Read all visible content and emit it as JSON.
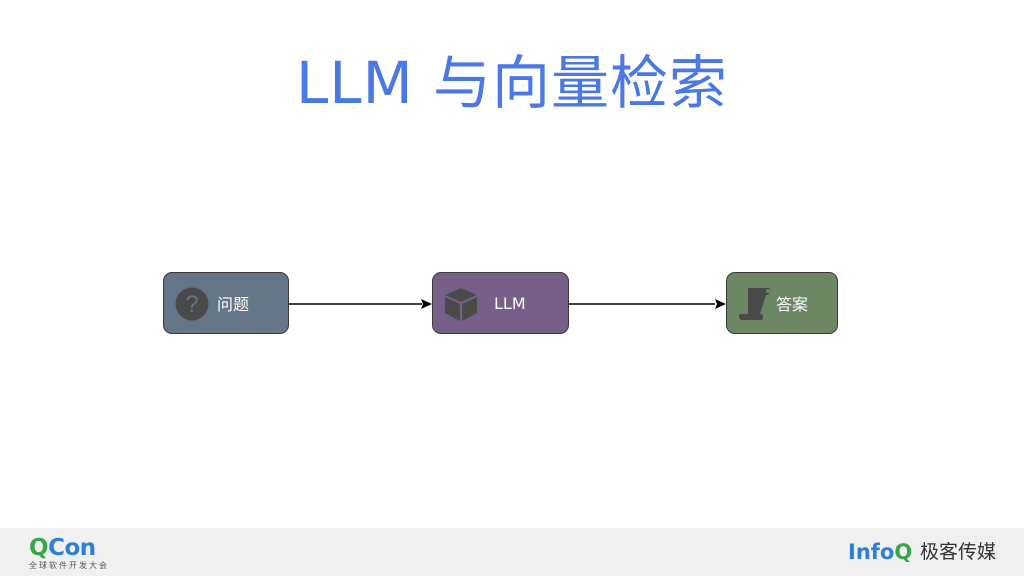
{
  "slide": {
    "title": "LLM 与向量检索"
  },
  "diagram": {
    "nodes": [
      {
        "id": "question",
        "label": "问题",
        "icon": "question-circle-icon",
        "color": "#647587"
      },
      {
        "id": "llm",
        "label": "LLM",
        "icon": "cube-icon",
        "color": "#76608a"
      },
      {
        "id": "answer",
        "label": "答案",
        "icon": "scroll-icon",
        "color": "#6d8764"
      }
    ],
    "edges": [
      {
        "from": "question",
        "to": "llm"
      },
      {
        "from": "llm",
        "to": "answer"
      }
    ]
  },
  "footer": {
    "left_logo_q": "Q",
    "left_logo_rest": "Con",
    "left_subtitle": "全球软件开发大会",
    "right_logo_info": "Info",
    "right_logo_q": "Q",
    "right_text": "极客传媒"
  }
}
